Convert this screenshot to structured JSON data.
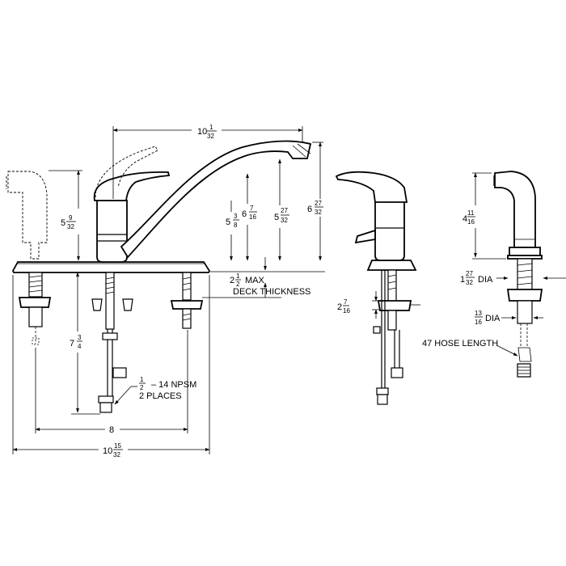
{
  "dims": {
    "top_spread": {
      "whole": "10",
      "num": "1",
      "den": "32"
    },
    "sprayer_height": {
      "whole": "5",
      "num": "9",
      "den": "32"
    },
    "body_height": {
      "whole": "5",
      "num": "3",
      "den": "8"
    },
    "handle_height": {
      "whole": "6",
      "num": "7",
      "den": "16"
    },
    "spout_clearance": {
      "whole": "5",
      "num": "27",
      "den": "32"
    },
    "spout_height": {
      "whole": "6",
      "num": "27",
      "den": "32"
    },
    "deck_max": {
      "whole": "2",
      "num": "1",
      "den": "2",
      "text1": "MAX",
      "text2": "DECK THICKNESS"
    },
    "shank_length": {
      "whole": "7",
      "num": "3",
      "den": "4"
    },
    "npsm": {
      "num": "1",
      "den": "2",
      "text1": "– 14 NPSM",
      "text2": "2 PLACES"
    },
    "spacing": "8",
    "overall_width": {
      "whole": "10",
      "num": "15",
      "den": "32"
    },
    "side_base": {
      "whole": "2",
      "num": "7",
      "den": "16"
    },
    "sprayer_side_height": {
      "whole": "4",
      "num": "11",
      "den": "16"
    },
    "sprayer_dia": {
      "whole": "1",
      "num": "27",
      "den": "32",
      "suffix": "DIA"
    },
    "hose_dia": {
      "num": "13",
      "den": "16",
      "suffix": "DIA"
    },
    "hose_length": "47 HOSE LENGTH"
  }
}
